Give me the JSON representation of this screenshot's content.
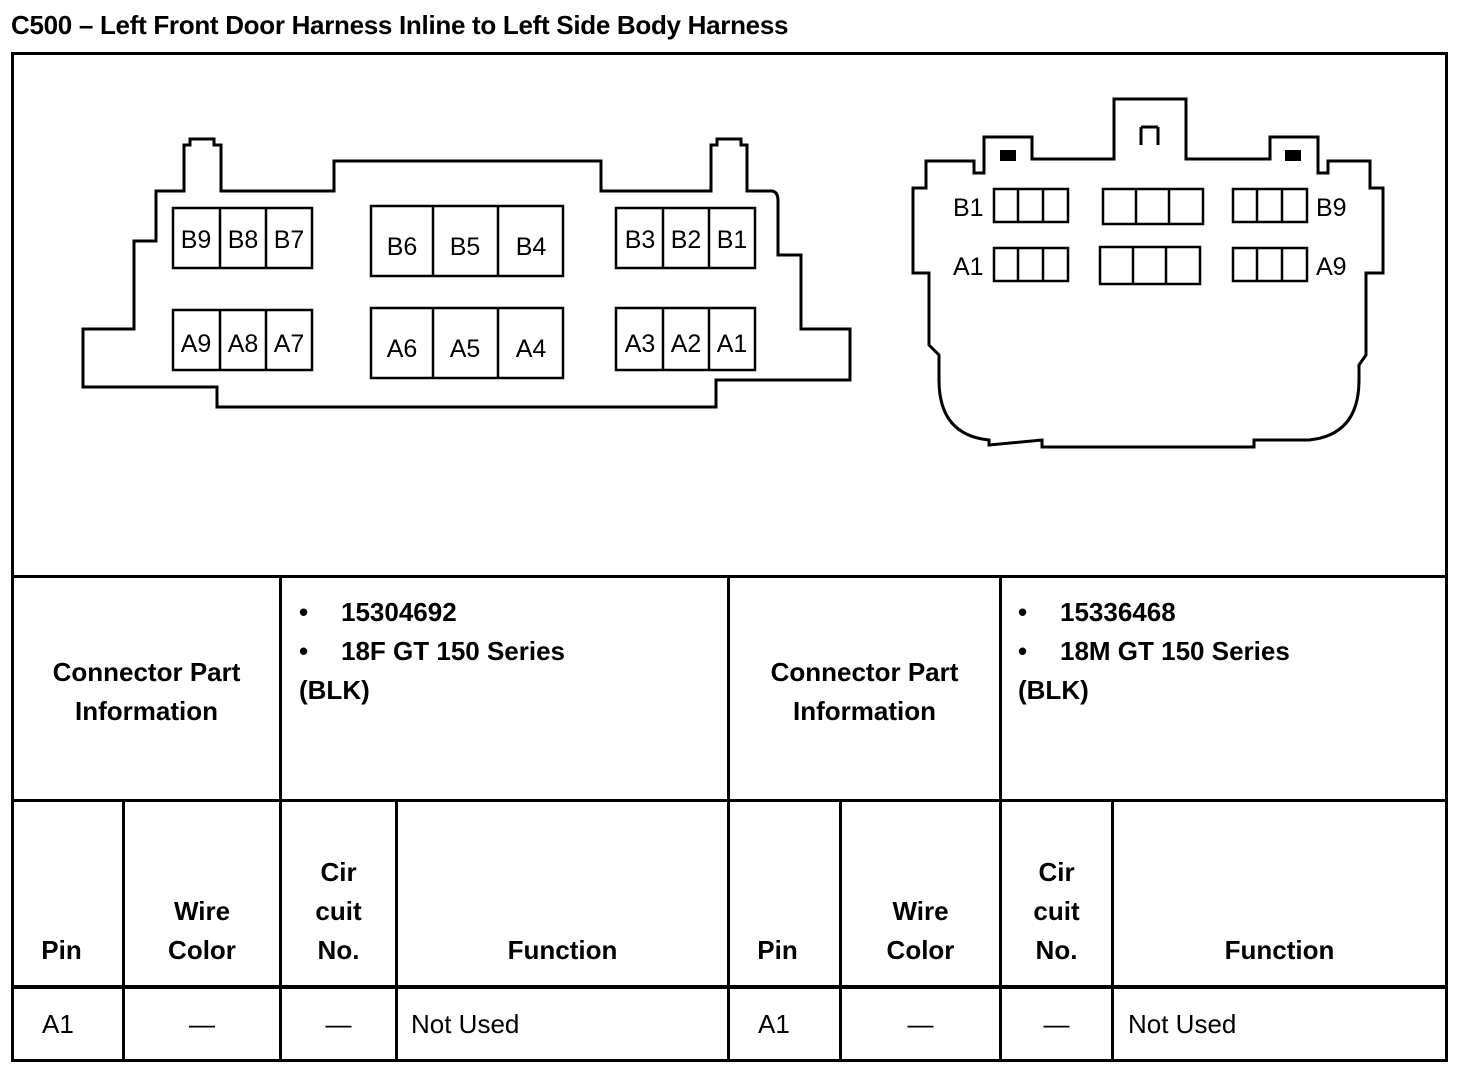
{
  "title": "C500 – Left Front Door Harness Inline to Left Side Body Harness",
  "connectors": {
    "left": {
      "row_b": [
        "B9",
        "B8",
        "B7",
        "B6",
        "B5",
        "B4",
        "B3",
        "B2",
        "B1"
      ],
      "row_a": [
        "A9",
        "A8",
        "A7",
        "A6",
        "A5",
        "A4",
        "A3",
        "A2",
        "A1"
      ]
    },
    "right": {
      "row_b": {
        "left_label": "B1",
        "right_label": "B9"
      },
      "row_a": {
        "left_label": "A1",
        "right_label": "A9"
      }
    }
  },
  "part_info": [
    {
      "label_line1": "Connector Part",
      "label_line2": "Information",
      "part_number": "15304692",
      "series": "18F GT 150 Series",
      "color": "(BLK)"
    },
    {
      "label_line1": "Connector Part",
      "label_line2": "Information",
      "part_number": "15336468",
      "series": "18M GT 150 Series",
      "color": "(BLK)"
    }
  ],
  "table_headers": {
    "pin": "Pin",
    "wire_color_1": "Wire",
    "wire_color_2": "Color",
    "circuit_1": "Cir",
    "circuit_2": "cuit",
    "circuit_3": "No.",
    "function": "Function"
  },
  "rows": [
    {
      "left": {
        "pin": "A1",
        "wire_color": "—",
        "circuit": "—",
        "function": "Not Used"
      },
      "right": {
        "pin": "A1",
        "wire_color": "—",
        "circuit": "—",
        "function": "Not Used"
      }
    }
  ]
}
